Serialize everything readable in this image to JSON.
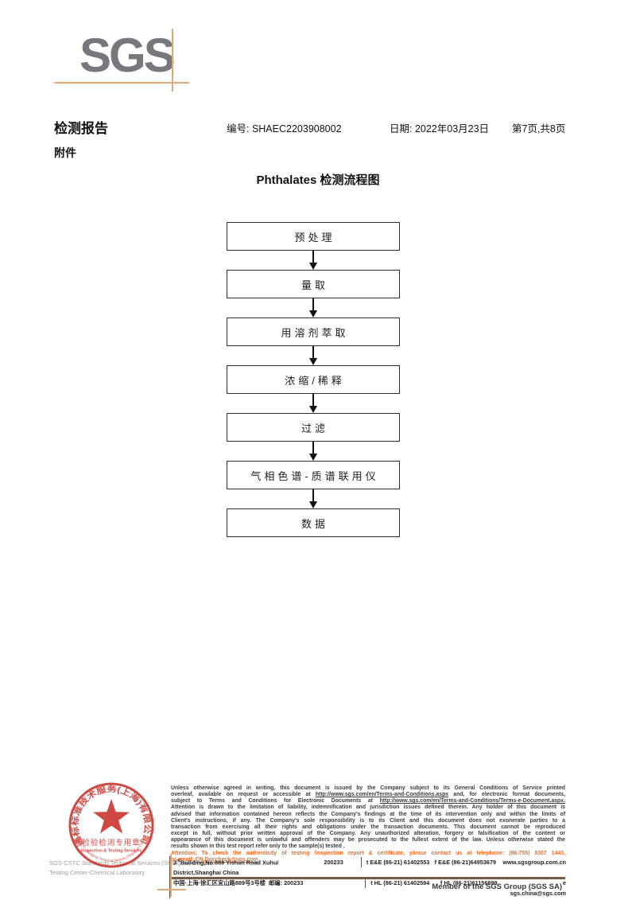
{
  "header": {
    "logo_text": "SGS",
    "report_title": "检测报告",
    "report_no": "编号: SHAEC2203908002",
    "date": "日期: 2022年03月23日",
    "page_info": "第7页,共8页",
    "attachment_label": "附件"
  },
  "flowchart": {
    "title": "Phthalates 检测流程图",
    "steps": [
      "预处理",
      "量取",
      "用溶剂萃取",
      "浓缩/稀释",
      "过滤",
      "气相色谱-质谱联用仪",
      "数据"
    ]
  },
  "stamp": {
    "arc_top": "通标标准技术服务(上海)有限公司",
    "arc_bottom": "SGS-CSTC Standards Technical Services (Shanghai) Co.,Ltd.",
    "line1": "检验检测专用章",
    "line2": "Inspection & Testing Services"
  },
  "footer": {
    "company_lines": [
      "SGS-CSTC Standards Technical Services (Shanghai) Co.,Ltd.",
      "Testing Center-Chemical Laboratory"
    ],
    "disclaimer_lines": [
      "Unless otherwise agreed in writing, this document is issued by the Company subject to its General Conditions of Service printed",
      "overleaf, available on request or accessible at http://www.sgs.com/en/Terms-and-Conditions.aspx and, for electronic format documents,",
      "subject to Terms and Conditions for Electronic Documents at http://www.sgs.com/en/Terms-and-Conditions/Terms-e-Document.aspx.",
      "Attention is drawn to the limitation of liability, indemnification and jurisdiction issues defined therein. Any holder of this document is",
      "advised that information contained hereon reflects the Company's findings at the time of its intervention only and within the limits of",
      "Client's instructions, if any. The Company's sole responsibility is to its Client and this document does not exonerate parties to a",
      "transaction from exercising all their rights and obligations under the transaction documents. This document cannot be reproduced",
      "except in full, without prior written approval of the Company. Any unauthorized alteration, forgery or falsification of the content or",
      "appearance of this document is unlawful and offenders may be prosecuted to the fullest extent of the law. Unless otherwise stated the",
      "results shown in this test report refer only to the sample(s) tested ."
    ],
    "attention_lines": [
      "Attention: To check the authenticity of testing /inspection report & certificate, please contact us at telephone: (86-755) 8307 1443,",
      "or email: CN.Doccheck@sgs.com"
    ],
    "address": {
      "en_building_num": "3",
      "en_building_sup": "rd",
      "en_line": "Building,No.889 Yishan Road Xuhui District,Shanghai China",
      "en_postcode": "200233",
      "en_tel": "t E&E (86-21) 61402553",
      "en_fax": "f E&E (86-21)64953679",
      "en_web": "www.sgsgroup.com.cn",
      "cn_line": "中国·上海·徐汇区宜山路889号3号楼",
      "cn_postcode": "邮编: 200233",
      "cn_tel": "t HL (86-21) 61402594",
      "cn_fax": "f HL (86-21)61156899",
      "cn_email": "e  sgs.china@sgs.com"
    },
    "member_text": "Member of the SGS Group (SGS SA)"
  },
  "colors": {
    "sgs_gray": "#77787b",
    "sgs_orange": "#e4a877",
    "stamp_red": "#c9302a",
    "attention_orange": "#e8702a",
    "rule_brown": "#7b5a43"
  }
}
